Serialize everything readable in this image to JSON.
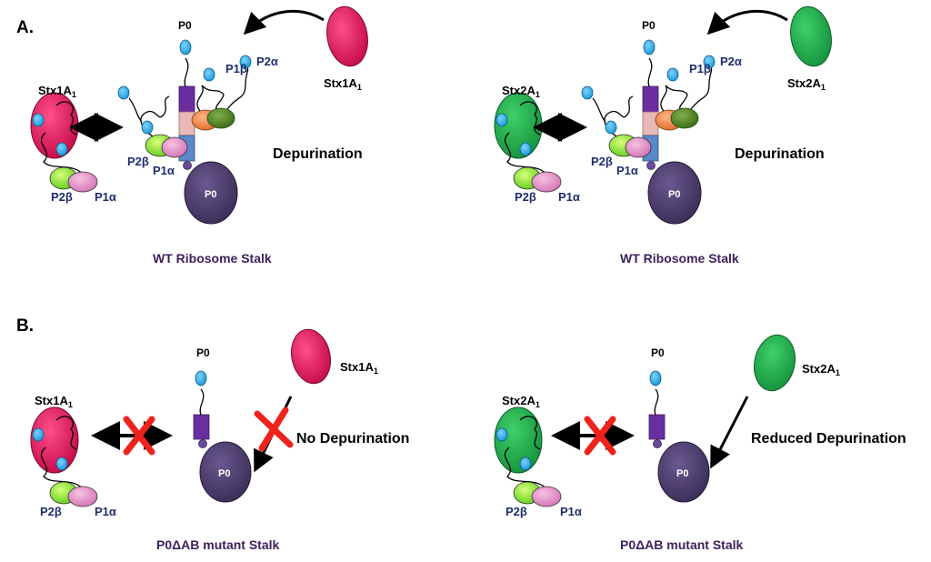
{
  "colors": {
    "stx1": "#e8155f",
    "stx2": "#1fae4e",
    "p0": "#4b3a6b",
    "cyan": "#29a9e6",
    "caption": "#3d1f5c",
    "label_blue": "#1b2f6e",
    "cross": "#f0221c"
  },
  "panelA": {
    "label": "A.",
    "left": {
      "toxin": "Stx1A",
      "toxin_sub": "1",
      "toxin_top": "Stx1A",
      "toxin_top_sub": "1",
      "p0_top": "P0",
      "p0_body": "P0",
      "p1b": "P1β",
      "p2a": "P2α",
      "p2b_mid": "P2β",
      "p1a_mid": "P1α",
      "p2b": "P2β",
      "p1a": "P1α",
      "note": "Depurination",
      "caption": "WT Ribosome Stalk"
    },
    "right": {
      "toxin": "Stx2A",
      "toxin_sub": "1",
      "toxin_top": "Stx2A",
      "toxin_top_sub": "1",
      "p0_top": "P0",
      "p0_body": "P0",
      "p1b": "P1β",
      "p2a": "P2α",
      "p2b_mid": "P2β",
      "p1a_mid": "P1α",
      "p2b": "P2β",
      "p1a": "P1α",
      "note": "Depurination",
      "caption": "WT Ribosome Stalk"
    }
  },
  "panelB": {
    "label": "B.",
    "left": {
      "toxin": "Stx1A",
      "toxin_sub": "1",
      "toxin_top": "Stx1A",
      "toxin_top_sub": "1",
      "p0_top": "P0",
      "p0_body": "P0",
      "p2b": "P2β",
      "p1a": "P1α",
      "note": "No Depurination",
      "caption": "P0ΔAB mutant Stalk"
    },
    "right": {
      "toxin": "Stx2A",
      "toxin_sub": "1",
      "toxin_top": "Stx2A",
      "toxin_top_sub": "1",
      "p0_top": "P0",
      "p0_body": "P0",
      "p2b": "P2β",
      "p1a": "P1α",
      "note": "Reduced Depurination",
      "caption": "P0ΔAB mutant Stalk"
    }
  }
}
